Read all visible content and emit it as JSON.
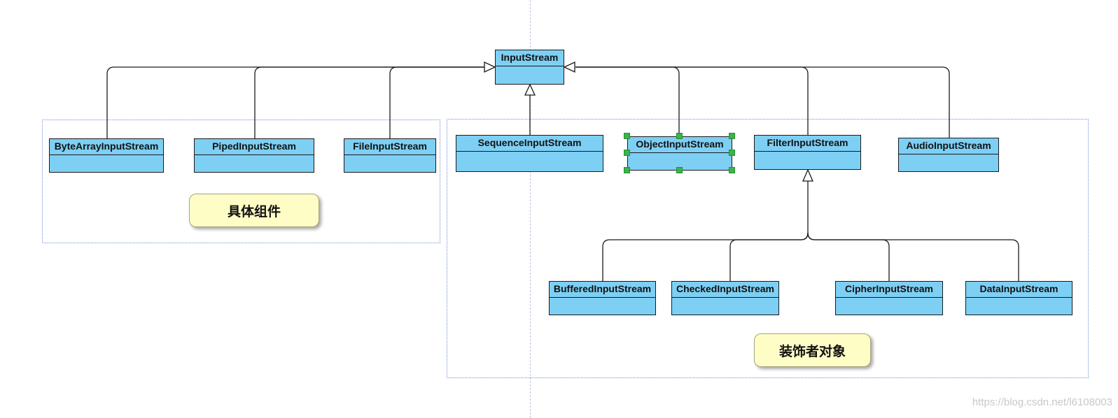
{
  "diagram": {
    "root": {
      "label": "InputStream"
    },
    "concrete_components": {
      "caption": "具体组件",
      "classes": [
        {
          "label": "ByteArrayInputStream"
        },
        {
          "label": "PipedInputStream"
        },
        {
          "label": "FileInputStream"
        }
      ]
    },
    "decorators": {
      "caption": "装饰者对象",
      "direct_classes": [
        {
          "label": "SequenceInputStream"
        },
        {
          "label": "ObjectInputStream",
          "selected": true
        },
        {
          "label": "FilterInputStream"
        },
        {
          "label": "AudioInputStream"
        }
      ],
      "filter_subclasses": [
        {
          "label": "BufferedInputStream"
        },
        {
          "label": "CheckedInputStream"
        },
        {
          "label": "CipherInputStream"
        },
        {
          "label": "DataInputStream"
        }
      ]
    },
    "colors": {
      "class_fill": "#7ecff4",
      "note_fill": "#fffdc6",
      "selection_handle": "#39b54a",
      "frame_border": "#6f8fd8"
    }
  },
  "watermark": "https://blog.csdn.net/l6108003"
}
